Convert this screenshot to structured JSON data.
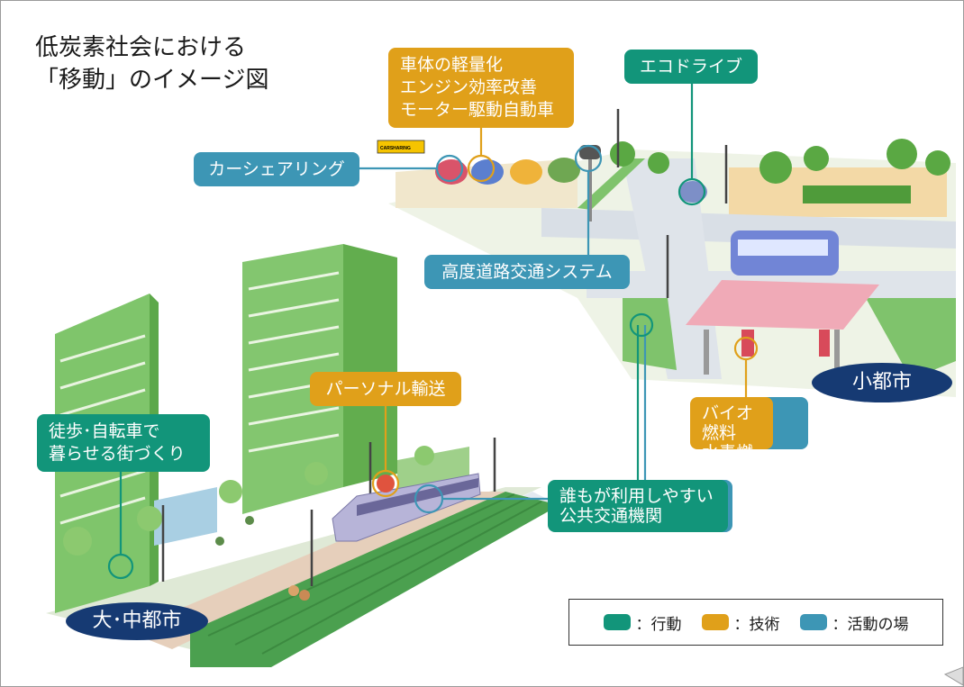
{
  "title": "低炭素社会における\n「移動」のイメージ図",
  "labels": {
    "vehicle_tech": "車体の軽量化\nエンジン効率改善\nモーター駆動自動車",
    "eco_drive": "エコドライブ",
    "car_sharing": "カーシェアリング",
    "its": "高度道路交通システム",
    "personal_transport": "パーソナル輸送",
    "walk_bike_town": "徒歩･自転車で\n暮らせる街づくり",
    "biofuel": "バイオ燃料\n水素燃料",
    "public_transit": "誰もが利用しやすい\n公共交通機関",
    "carsharing_sign": "CARSHARING"
  },
  "cities": {
    "small": "小都市",
    "large": "大･中都市"
  },
  "legend": {
    "action": "：行動",
    "technology": "：技術",
    "venue": "：活動の場"
  },
  "colors": {
    "action": "#12957a",
    "technology": "#e0a01a",
    "venue": "#3d96b5",
    "city_badge": "#163a73"
  }
}
